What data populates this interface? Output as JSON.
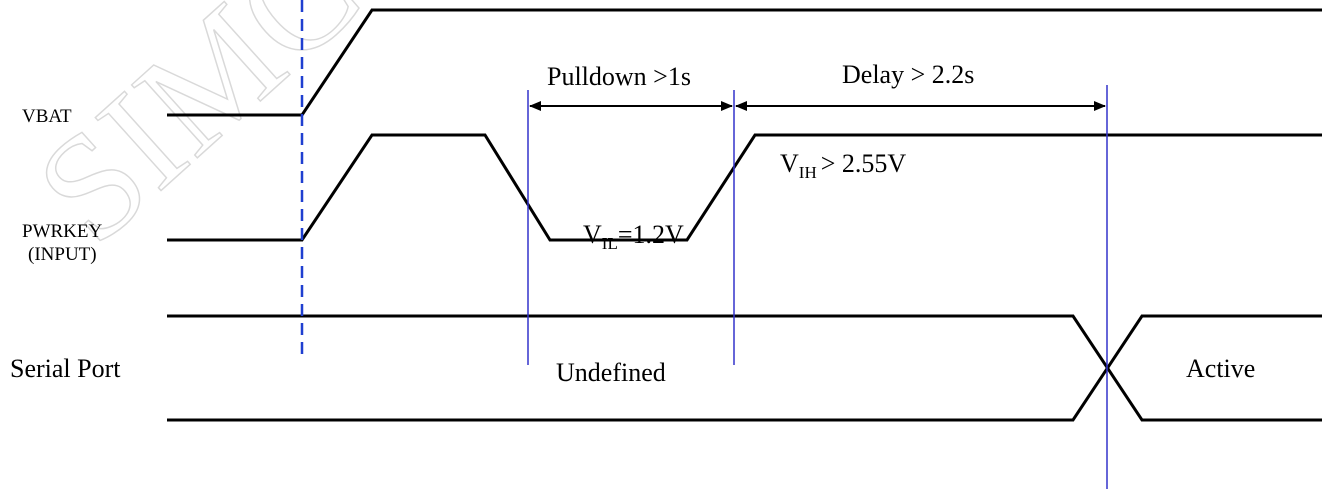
{
  "watermark": "SIMCOM",
  "signals": {
    "vbat": {
      "label": "VBAT"
    },
    "pwrkey": {
      "label_line1": "PWRKEY",
      "label_line2": "(INPUT)"
    },
    "serial": {
      "label": "Serial Port"
    }
  },
  "intervals": {
    "pulldown": "Pulldown >1s",
    "delay": "Delay > 2.2s"
  },
  "levels": {
    "vil": {
      "symbol": "V",
      "subscript": "IL",
      "rest": "=1.2V"
    },
    "vih": {
      "symbol": "V",
      "subscript": "IH",
      "rest": "> 2.55V"
    }
  },
  "states": {
    "undefined": "Undefined",
    "active": "Active"
  },
  "colors": {
    "signal": "#000000",
    "marker": "#3333cc",
    "dashed_marker": "#1f3fd0",
    "watermark": "#d9d9d9"
  }
}
